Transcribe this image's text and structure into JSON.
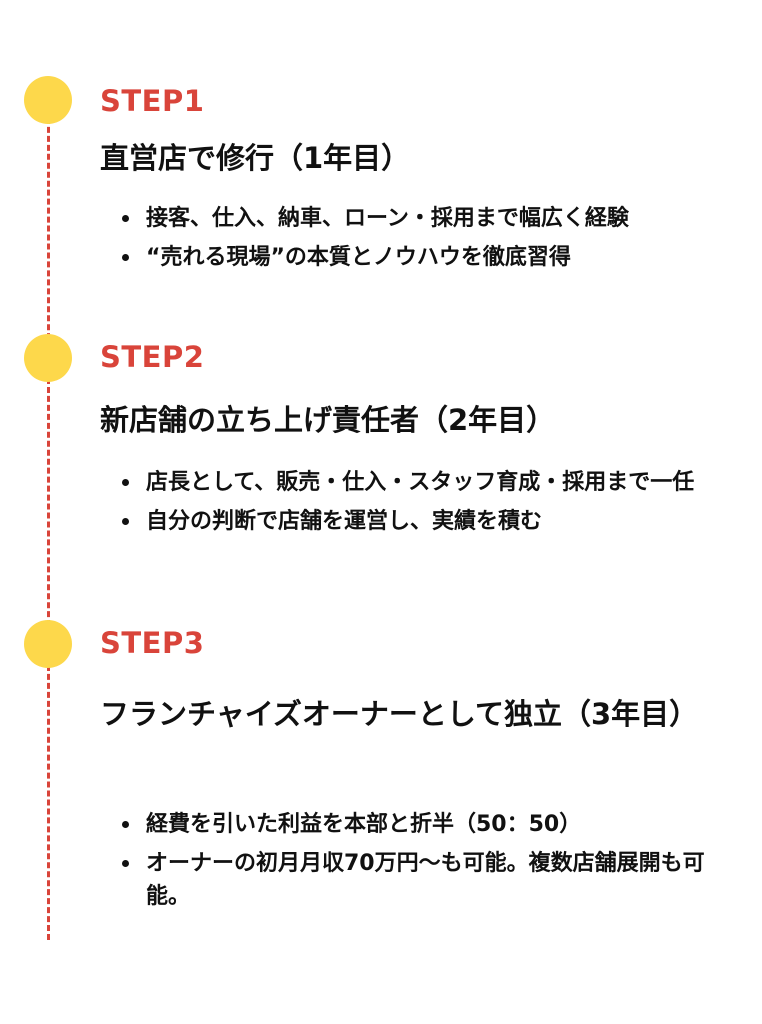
{
  "colors": {
    "accent": "#d9443a",
    "dot": "#fdd84b",
    "text": "#111111"
  },
  "steps": [
    {
      "label": "STEP1",
      "title": "直営店で修行（1年目）",
      "bullets": [
        "接客、仕入、納車、ローン・採用まで幅広く経験",
        "“売れる現場”の本質とノウハウを徹底習得"
      ]
    },
    {
      "label": "STEP2",
      "title": "新店舗の立ち上げ責任者（2年目）",
      "bullets": [
        "店長として、販売・仕入・スタッフ育成・採用まで一任",
        "自分の判断で店舗を運営し、実績を積む"
      ]
    },
    {
      "label": "STEP3",
      "title": "フランチャイズオーナーとして独立（3年目）",
      "bullets": [
        "経費を引いた利益を本部と折半（50：50）",
        "オーナーの初月月収70万円〜も可能。複数店舗展開も可能。"
      ]
    }
  ]
}
